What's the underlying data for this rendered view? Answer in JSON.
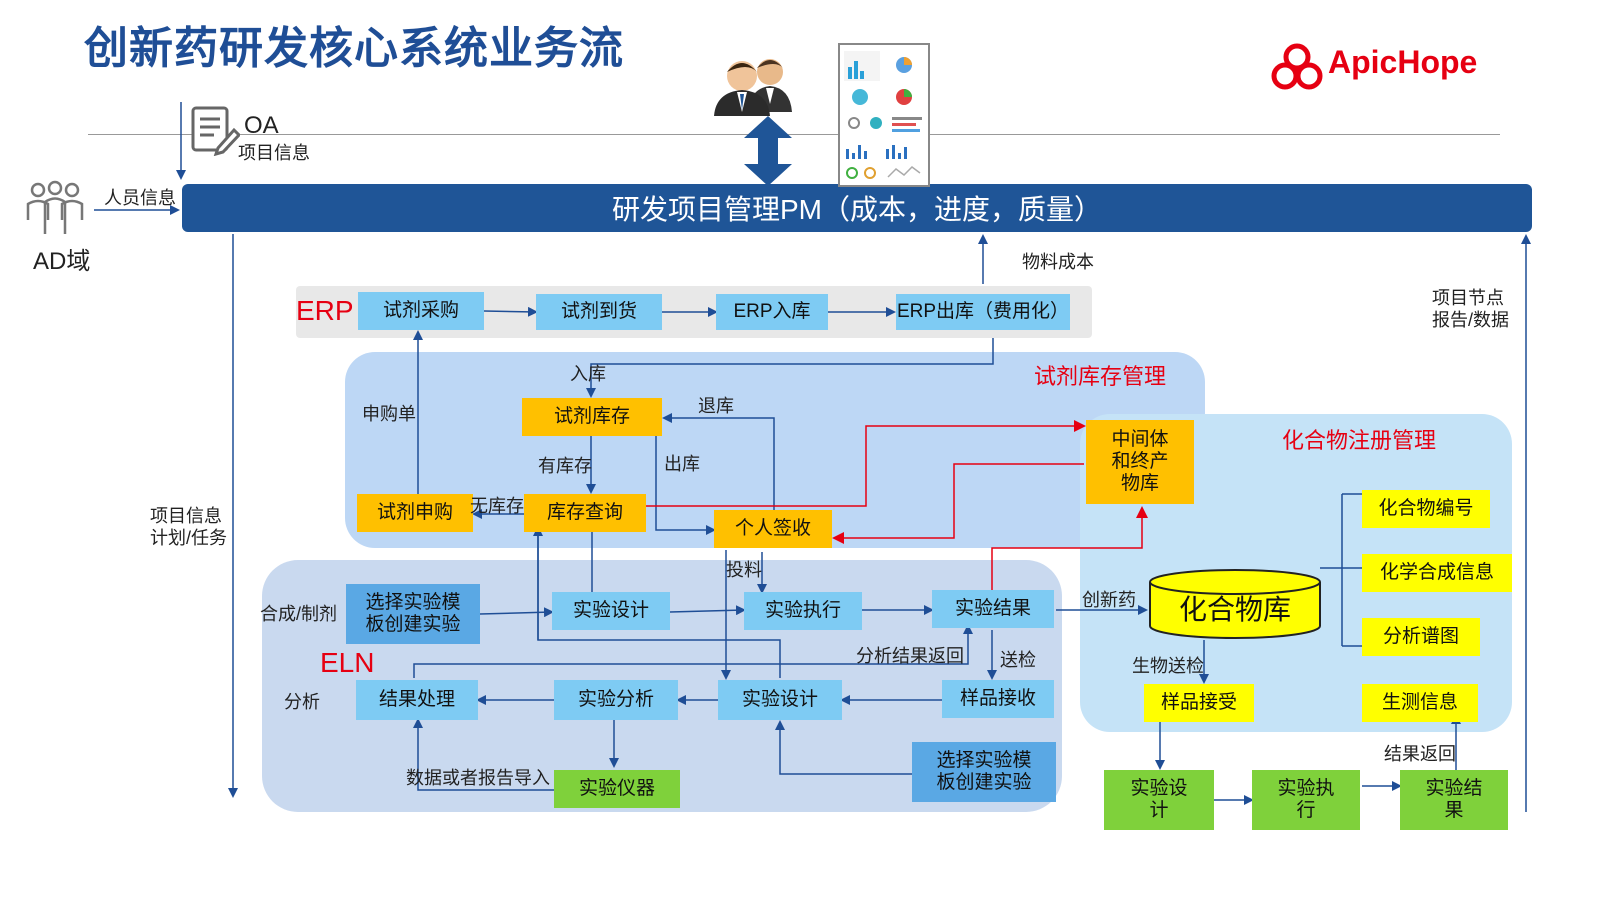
{
  "title": "创新药研发核心系统业务流",
  "logo": {
    "text": "ApicHope",
    "color": "#e60012"
  },
  "oa": {
    "label": "OA",
    "sub": "项目信息"
  },
  "ad": {
    "label": "AD域",
    "arrow_label": "人员信息"
  },
  "pm_bar": "研发项目管理PM（成本，进度，质量）",
  "labels": {
    "material_cost": "物料成本",
    "project_nodes": "项目节点\n报告/数据",
    "project_info_plan": "项目信息\n计划/任务",
    "purchase_order": "申购单",
    "inbound": "入库",
    "return_stock": "退库",
    "outbound": "出库",
    "in_stock": "有库存",
    "no_stock": "无库存",
    "feeding": "投料",
    "innovative_drug": "创新药",
    "analysis_return": "分析结果返回",
    "send_test": "送检",
    "synthesis": "合成/制剂",
    "analysis": "分析",
    "data_import": "数据或者报告导入",
    "bio_send": "生物送检",
    "result_return": "结果返回"
  },
  "erp": {
    "title": "ERP",
    "boxes": [
      "试剂采购",
      "试剂到货",
      "ERP入库",
      "ERP出库（费用化）"
    ]
  },
  "reagent_region": {
    "title": "试剂库存管理",
    "boxes": {
      "stock": "试剂库存",
      "purchase_request": "试剂申购",
      "stock_query": "库存查询",
      "personal_receipt": "个人签收"
    }
  },
  "intermediate_store": "中间体\n和终产\n物库",
  "compound_region": {
    "title": "化合物注册管理",
    "library": "化合物库",
    "boxes": [
      "化合物编号",
      "化学合成信息",
      "分析谱图"
    ],
    "sample_receive": "样品接受",
    "bio_info": "生测信息"
  },
  "eln": {
    "title": "ELN",
    "row1": [
      "选择实验模\n板创建实验",
      "实验设计",
      "实验执行",
      "实验结果"
    ],
    "row2": [
      "结果处理",
      "实验分析",
      "实验设计",
      "样品接收"
    ],
    "instrument": "实验仪器",
    "template2": "选择实验模\n板创建实验"
  },
  "bio_flow": [
    "实验设\n计",
    "实验执\n行",
    "实验结\n果"
  ],
  "colors": {
    "pm_bar": "#1f5597",
    "title": "#1f4e96",
    "erp_region": "#e8e8e8",
    "reagent_region": "#bdd7f5",
    "compound_region": "#c5e3f7",
    "eln_region": "#c9d9ef",
    "box_blue": "#7ecbf3",
    "box_orange": "#ffc000",
    "box_yellow": "#ffff00",
    "box_green": "#7fd13b",
    "arrow_blue": "#1f4e96",
    "arrow_red": "#e60012"
  },
  "icons": [
    "document-icon",
    "users-icon",
    "people-group-icon",
    "dashboard-icon",
    "double-arrow-icon",
    "logo-icon"
  ]
}
